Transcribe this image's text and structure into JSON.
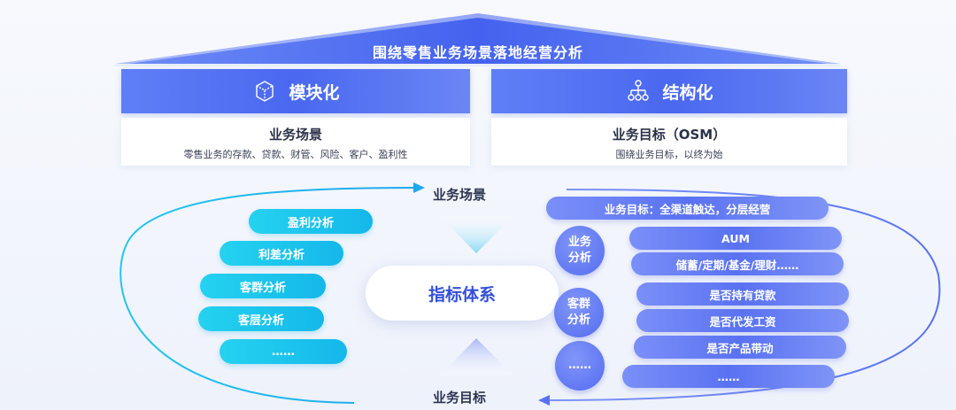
{
  "roof": {
    "title": "围绕零售业务场景落地经营分析"
  },
  "modules": [
    {
      "title": "模块化",
      "icon": "cube-icon",
      "card_title": "业务场景",
      "card_sub": "零售业务的存款、贷款、财管、风险、客户、盈利性"
    },
    {
      "title": "结构化",
      "icon": "hierarchy-icon",
      "card_title": "业务目标（OSM）",
      "card_sub": "围绕业务目标，以终为始"
    }
  ],
  "cycle": {
    "top_label": "业务场景",
    "bottom_label": "业务目标",
    "center": "指标体系"
  },
  "left_pills": [
    "盈利分析",
    "利差分析",
    "客群分析",
    "客层分析",
    "……"
  ],
  "right": {
    "banner": "业务目标：全渠道触达，分层经营",
    "circles": [
      {
        "line1": "业务",
        "line2": "分析"
      },
      {
        "line1": "客群",
        "line2": "分析"
      },
      {
        "line1": "……",
        "line2": ""
      }
    ],
    "pills": [
      "AUM",
      "储蓄/定期/基金/理财……",
      "是否持有贷款",
      "是否代发工资",
      "是否产品带动",
      "……"
    ]
  },
  "colors": {
    "primary_blue": "#4a68f0",
    "cyan": "#14b8ea",
    "dark_text": "#2e3550"
  }
}
